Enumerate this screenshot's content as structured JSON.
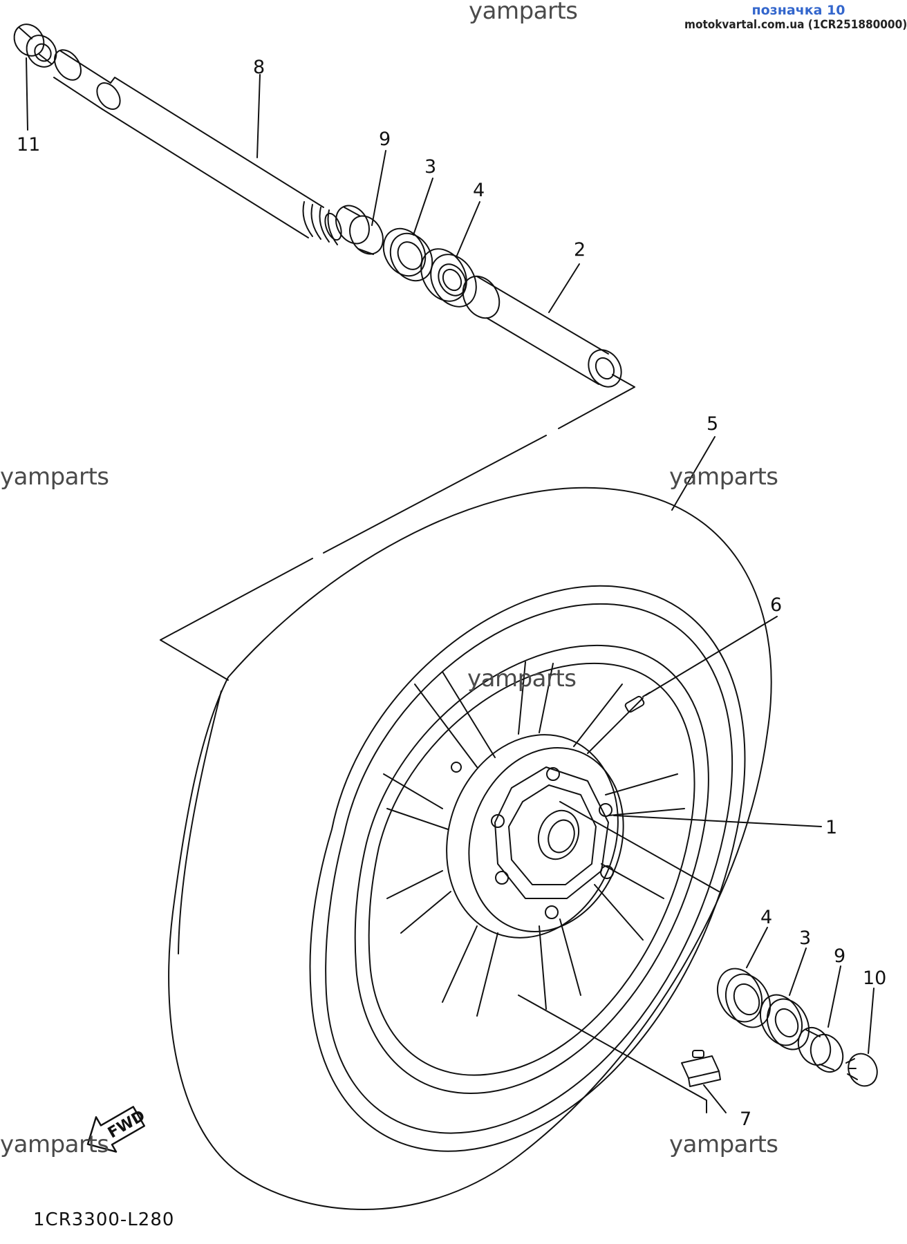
{
  "watermarks": [
    "yamparts",
    "yamparts",
    "yamparts",
    "yamparts",
    "yamparts",
    "yamparts"
  ],
  "brand": {
    "line1": "позначка 10",
    "line2": "motokvartal.com.ua (1CR251880000)"
  },
  "diagram_code": "1CR3300-L280",
  "fwd_label": "FWD",
  "callouts": [
    "11",
    "8",
    "9",
    "3",
    "4",
    "2",
    "5",
    "6",
    "1",
    "4",
    "3",
    "9",
    "10",
    "7"
  ],
  "colors": {
    "line": "#111111",
    "brand_blue": "#3366cc",
    "watermark": "#4a4a4a"
  }
}
